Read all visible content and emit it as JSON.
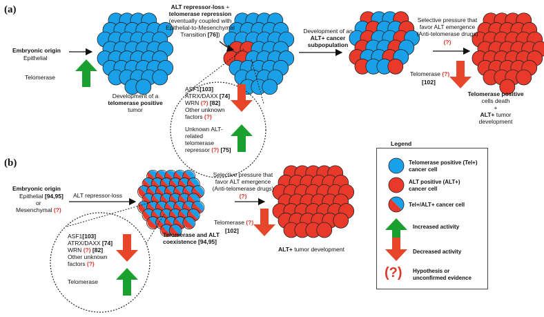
{
  "panels": {
    "a": "(a)",
    "b": "(b)"
  },
  "colors": {
    "tel_positive": "#1aa0e8",
    "alt_positive": "#e8392b",
    "increase": "#1aa02e",
    "decrease": "#e8462b",
    "question": "#e0372b"
  },
  "a": {
    "origin_title": "Embryonic origin",
    "origin_sub": "Epithelial",
    "telomerase_label": "Telomerase",
    "dev_line1": "Development of a",
    "dev_line2": "telomerase positive",
    "dev_line3": "tumor",
    "repression_line1_bold": "ALT repressor-loss",
    "repression_plus": " +",
    "repression_line2": "telomerase repression",
    "repression_line3": "(eventually coupled with",
    "repression_line4": "Epithelial-to-Mesenchymal",
    "repression_line5": "Transition",
    "repression_ref": "[76]",
    "repression_close": ")",
    "subpop_line1": "Development of an",
    "subpop_line2": "ALT+ cancer",
    "subpop_line3": "subpopulation",
    "pressure_line1": "Selective pressure that",
    "pressure_line2": "favor ALT emergence",
    "pressure_line3": "(Anti-telomerase drugs)",
    "pressure_q": "(?)",
    "telomerase_right": "Telomerase",
    "telomerase_right_q": "(?)",
    "telomerase_right_ref": "[102]",
    "outcome_line1": "Telomerase positive",
    "outcome_line2": "cells death",
    "outcome_line3": "+",
    "outcome_line4": "ALT+",
    "outcome_line4b": " tumor",
    "outcome_line5": "development",
    "circle": {
      "asf1": "ASF1",
      "asf1_ref": "[103]",
      "atrx": "ATRX/DAXX",
      "atrx_ref": "[74]",
      "wrn": "WRN",
      "wrn_q": "(?)",
      "wrn_ref": "[82]",
      "other1": "Other unknown",
      "other2": "factors",
      "other_q": "(?)",
      "unknown1": "Unknown ALT-",
      "unknown2": "related",
      "unknown3": "telomerase",
      "unknown4": "repressor",
      "unknown_q": "(?)",
      "unknown_ref": "[75]"
    }
  },
  "b": {
    "origin_title": "Embryonic origin",
    "origin_sub": "Epithelial",
    "origin_sub_ref": "[94,95]",
    "origin_or": "or",
    "origin_mes": "Mesenchymal",
    "origin_mes_q": "(?)",
    "repressor_loss": "ALT repressor-loss",
    "coexist_line1": "Telomerase and ALT",
    "coexist_line2": "coexistence",
    "coexist_ref": "[94,95]",
    "pressure_line1": "Selective pressure that",
    "pressure_line2": "favor ALT emergence",
    "pressure_line3": "(Anti-telomerase drugs)",
    "pressure_q": "(?)",
    "telomerase_label": "Telomerase",
    "telomerase_q": "(?)",
    "telomerase_ref": "[102]",
    "alt_dev_bold": "ALT+",
    "alt_dev_rest": " tumor development",
    "circle": {
      "asf1": "ASF1",
      "asf1_ref": "[103]",
      "atrx": "ATRX/DAXX",
      "atrx_ref": "[74]",
      "wrn": "WRN",
      "wrn_q": "(?)",
      "wrn_ref": "[82]",
      "other1": "Other unknown",
      "other2": "factors",
      "other_q": "(?)",
      "telomerase": "Telomerase"
    }
  },
  "legend": {
    "title": "Legend",
    "tel_pos_1": "Telomerase positive (Tel+)",
    "tel_pos_2": "cancer cell",
    "alt_pos_1": "ALT positive (ALT+)",
    "alt_pos_2": "cancer cell",
    "mixed": "Tel+/ALT+ cancer cell",
    "increased": "Increased activity",
    "decreased": "Decreased activity",
    "q_mark": "(?)",
    "hyp_1": "Hypothesis or",
    "hyp_2": "unconfirmed evidence"
  }
}
